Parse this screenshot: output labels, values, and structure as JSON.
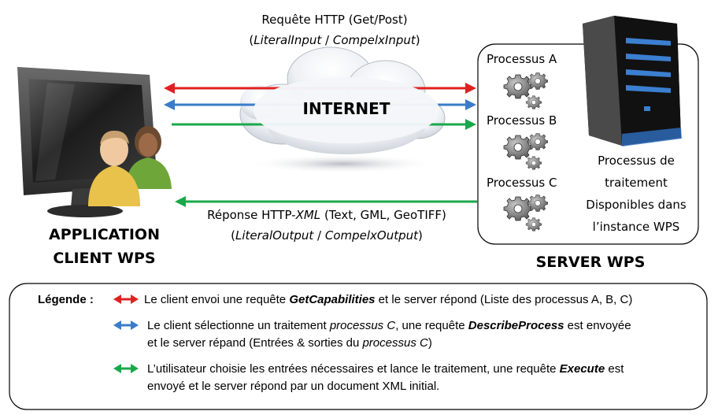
{
  "request": {
    "line1": "Requête HTTP (Get/Post)",
    "line2_open": "(",
    "line2_a": "LiteralInput",
    "line2_sep": " / ",
    "line2_b": "CompelxInput",
    "line2_close": ")"
  },
  "response": {
    "line1_pre": "Réponse HTTP-",
    "line1_xml": "XML",
    "line1_post": " (Text, GML, GeoTIFF)",
    "line2_open": "(",
    "line2_a": "LiteralOutput",
    "line2_sep": " / ",
    "line2_b": "CompelxOutput",
    "line2_close": ")"
  },
  "internet_label": "INTERNET",
  "client_label_1": "APPLICATION",
  "client_label_2": "CLIENT WPS",
  "server_label": "SERVER WPS",
  "processes": [
    "Processus A",
    "Processus B",
    "Processus C"
  ],
  "available": [
    "Processus de",
    "traitement",
    "Disponibles dans",
    "l’instance WPS"
  ],
  "legend": {
    "title": "Légende :",
    "items": [
      {
        "color": "#e02020",
        "pre": "Le client envoi une requête ",
        "em": "GetCapabilities",
        "post": " et le server répond (Liste des processus A, B, C)"
      },
      {
        "color": "#3a7cc9",
        "pre": "Le client sélectionne un traitement ",
        "it1": "processus C",
        "mid": ", une requête ",
        "em": "DescribeProcess",
        "post": " est envoyée",
        "line2_pre": "et le server répand (Entrées & sorties du ",
        "line2_it": "processus C",
        "line2_post": ")"
      },
      {
        "color": "#1aa84a",
        "pre": "L’utilisateur choisie les entrées nécessaires et lance le traitement, une requête ",
        "em": "Execute",
        "post": " est",
        "line2": "envoyé et le server répond par un document XML initial."
      }
    ]
  },
  "colors": {
    "red": "#e02020",
    "blue": "#3a7cc9",
    "green": "#1aa84a"
  }
}
